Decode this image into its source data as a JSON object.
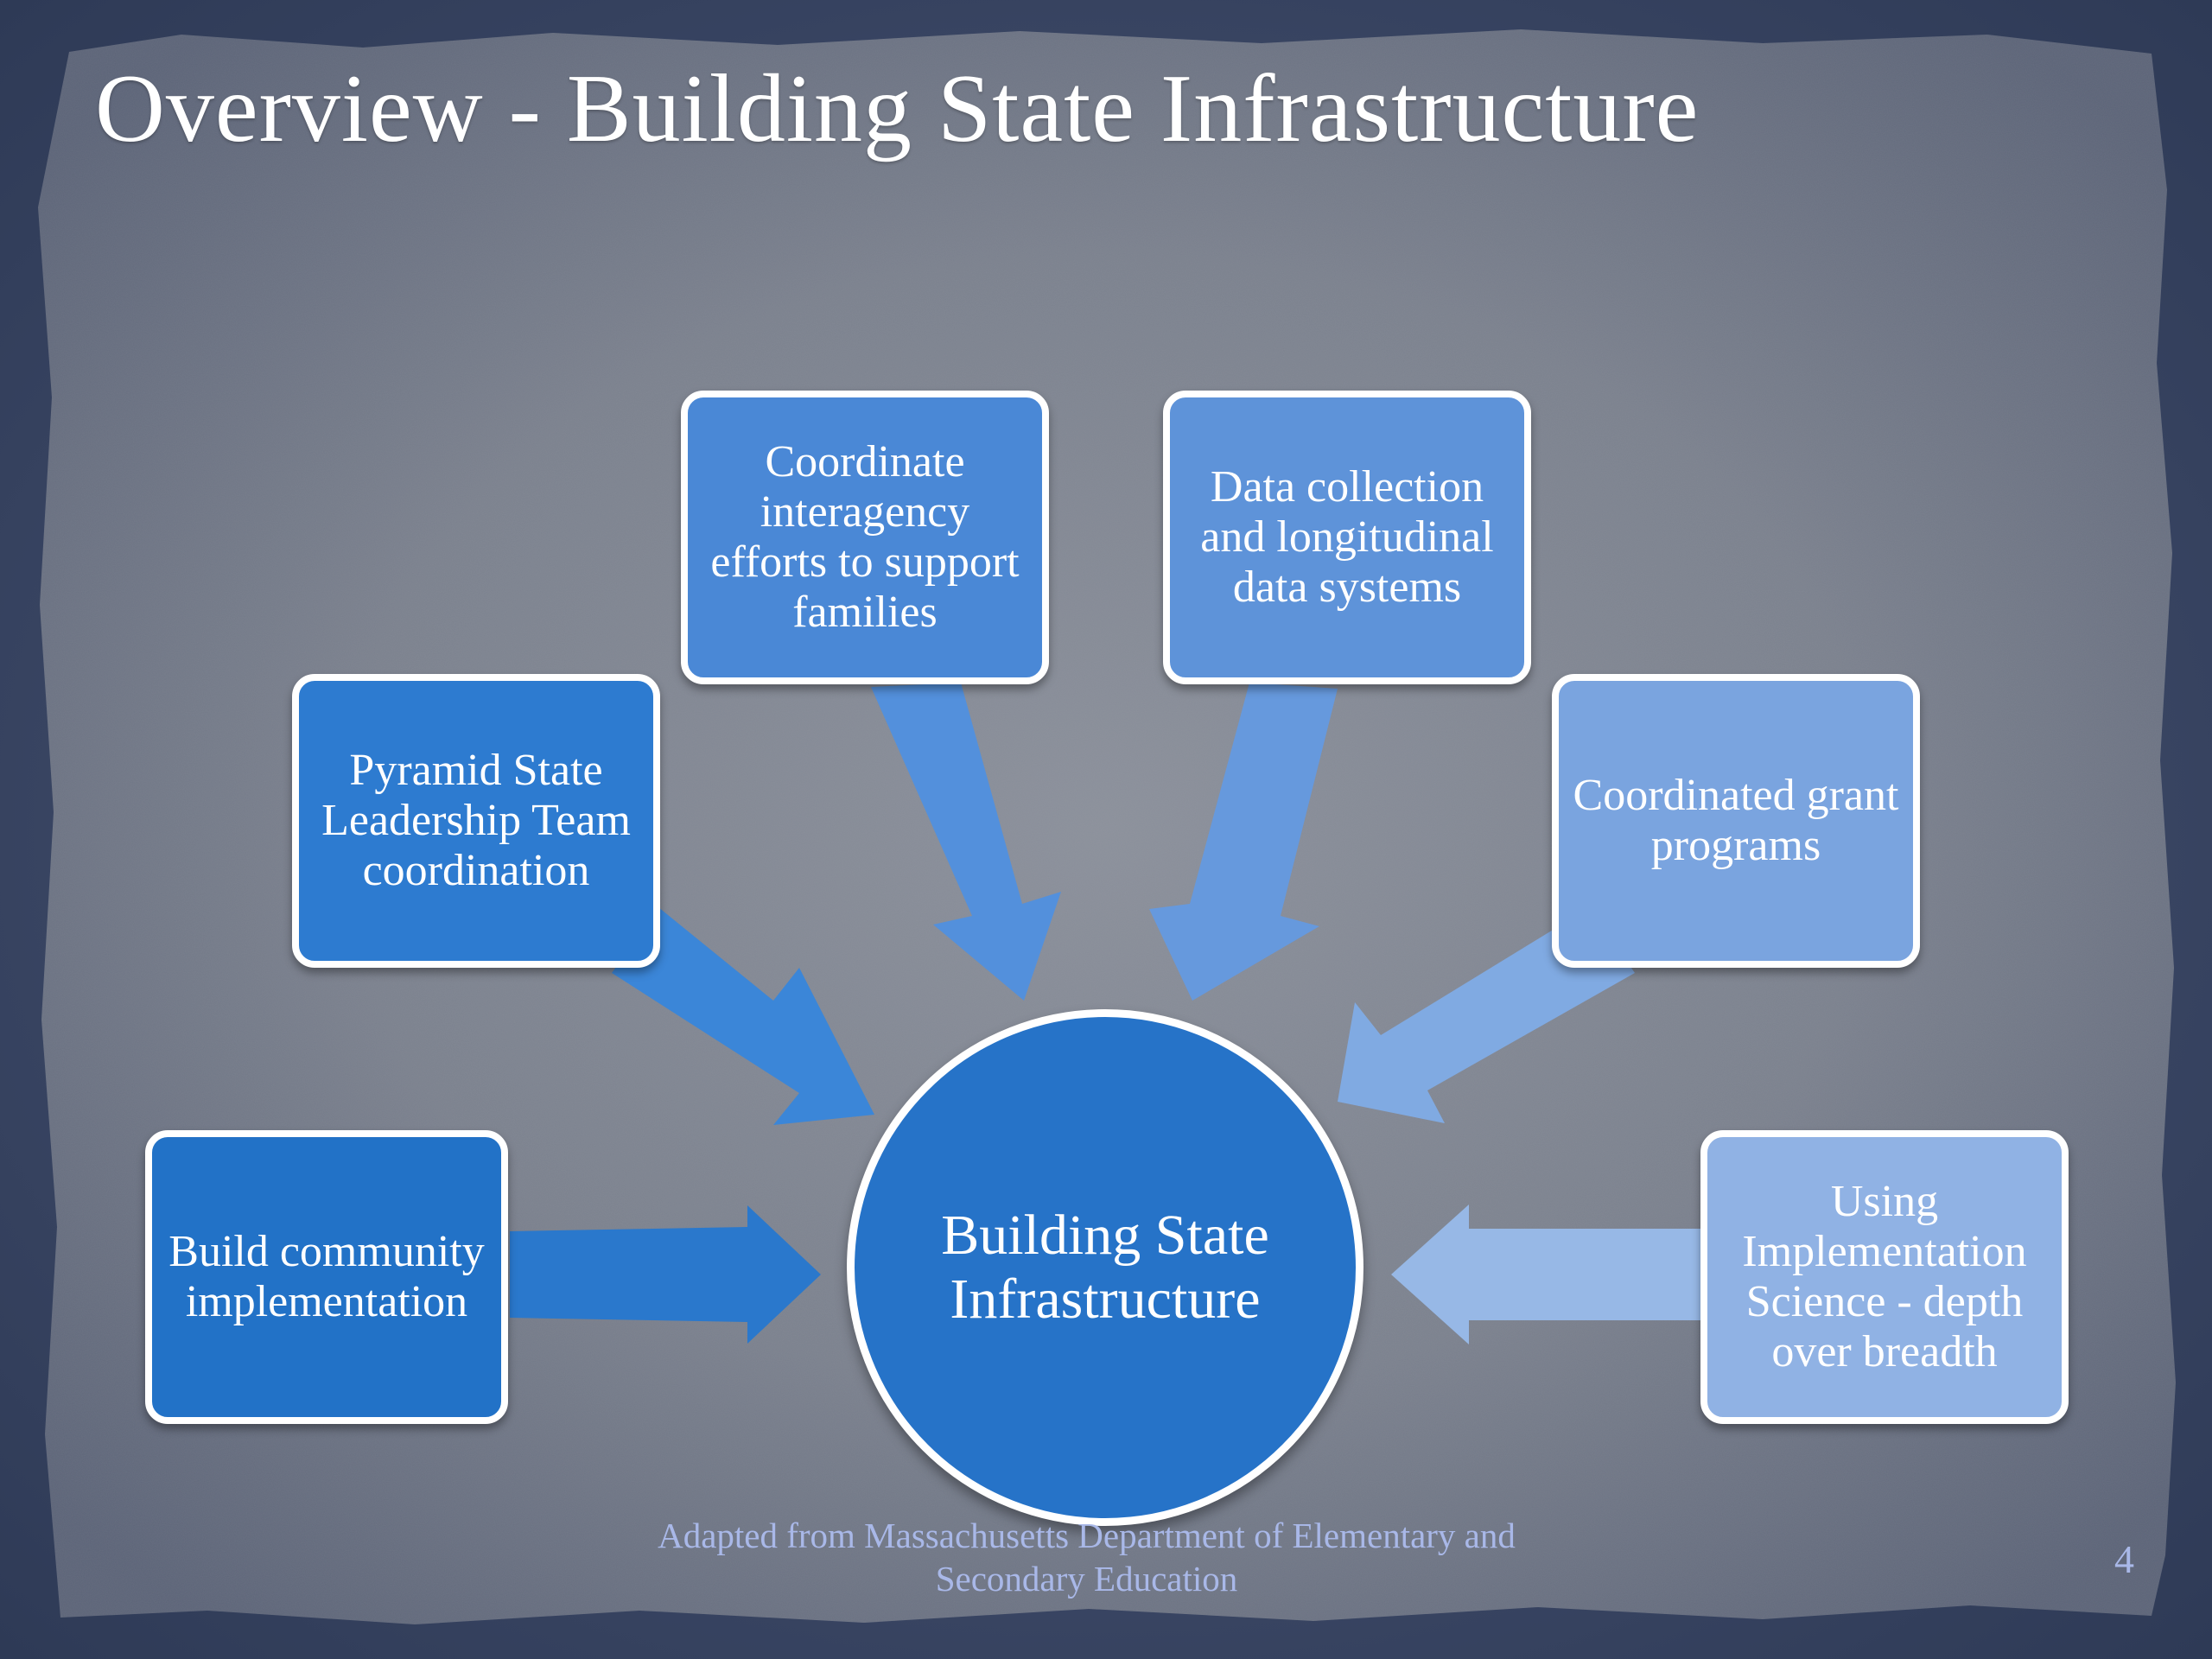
{
  "slide": {
    "title": "Overview - Building State Infrastructure",
    "page_number": "4",
    "source": "Adapted from Massachusetts Department of Elementary and Secondary Education"
  },
  "diagram": {
    "hub": {
      "label": "Building State Infrastructure",
      "color": "#2673c8"
    },
    "nodes": [
      {
        "id": "build-community",
        "label": "Build community implementation",
        "color": "#2272c7"
      },
      {
        "id": "pyramid-leadership",
        "label": "Pyramid State Leadership Team coordination",
        "color": "#2d7bd0"
      },
      {
        "id": "coordinate-interagency",
        "label": "Coordinate interagency efforts to support families",
        "color": "#4a88d6"
      },
      {
        "id": "data-collection",
        "label": "Data collection and longitudinal data systems",
        "color": "#5e93d9"
      },
      {
        "id": "coordinated-grants",
        "label": "Coordinated grant programs",
        "color": "#7aa4df"
      },
      {
        "id": "implementation-science",
        "label": "Using Implementation Science - depth over breadth",
        "color": "#90b2e4"
      }
    ],
    "edges": [
      {
        "from": "build-community",
        "to": "hub"
      },
      {
        "from": "pyramid-leadership",
        "to": "hub"
      },
      {
        "from": "coordinate-interagency",
        "to": "hub"
      },
      {
        "from": "data-collection",
        "to": "hub"
      },
      {
        "from": "coordinated-grants",
        "to": "hub"
      },
      {
        "from": "implementation-science",
        "to": "hub"
      }
    ]
  }
}
